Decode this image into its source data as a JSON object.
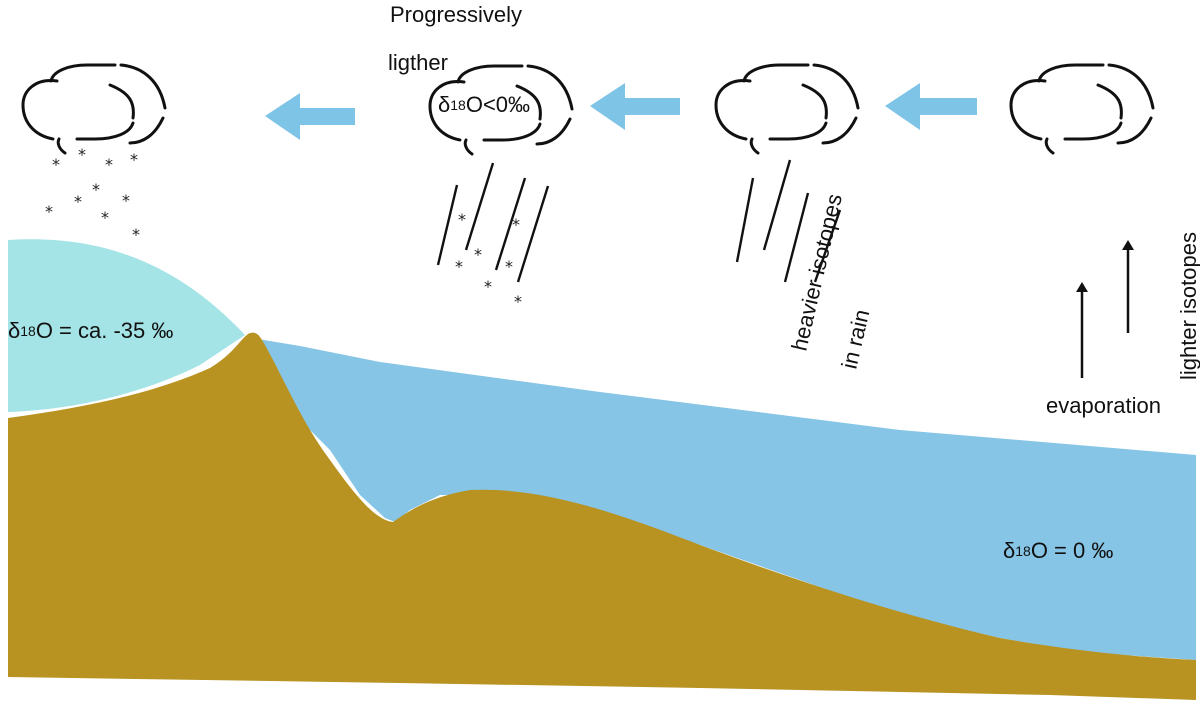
{
  "labels": {
    "progressively_line1": "Progressively",
    "progressively_line2": "ligther",
    "cloud_value_delta": "δ",
    "cloud_value_mass": "18",
    "cloud_value_rest": "O<0‰",
    "ice_delta": "δ",
    "ice_mass": "18",
    "ice_rest": "O = ca. -35 ‰",
    "sea_delta": "δ",
    "sea_mass": "18",
    "sea_rest": "O = 0 ‰",
    "heavier_line1": "heavier isotopes",
    "heavier_line2": "in rain",
    "lighter_isotopes": "lighter isotopes",
    "evaporation": "evaporation"
  },
  "colors": {
    "ice": "#a4e4e6",
    "sea": "#86c5e6",
    "land": "#b89322",
    "arrow": "#7ec4e6",
    "ink": "#111111"
  },
  "icons": [
    "cloud-icon",
    "snowflake-icon",
    "rain-streak-icon",
    "wind-arrow-icon",
    "evaporation-arrow-icon"
  ]
}
